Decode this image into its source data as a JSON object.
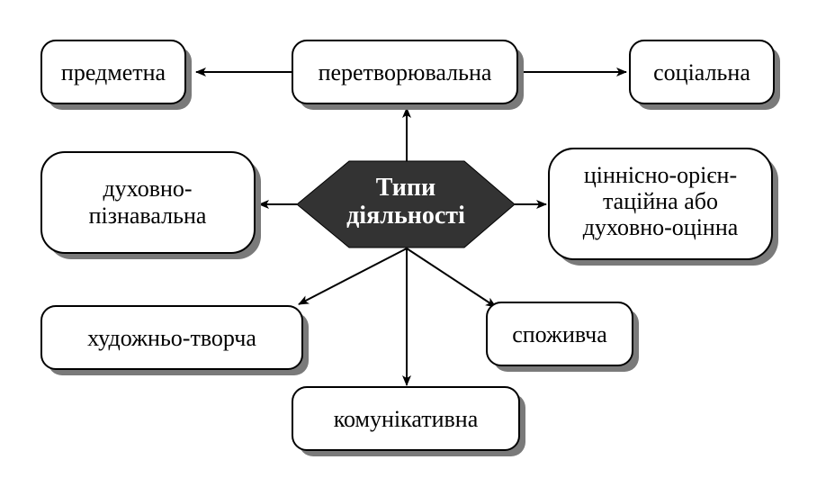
{
  "center": {
    "line1": "Типи",
    "line2": "діяльності"
  },
  "nodes": {
    "predmetna": "предметна",
    "peretvoriuvalna": "перетворювальна",
    "sotsialna": "соціальна",
    "dukhovno_line1": "духовно-",
    "dukhovno_line2": "пізнавальна",
    "tsinnisno_line1": "ціннісно-орієн-",
    "tsinnisno_line2": "таційна або",
    "tsinnisno_line3": "духовно-оцінна",
    "khudozhno": "художньо-творча",
    "spozhyvcha": "споживча",
    "komunikatyvna": "комунікативна"
  },
  "colors": {
    "center_fill": "#333333",
    "box_fill": "#ffffff",
    "box_stroke": "#000000",
    "shadow": "#7a7a7a"
  }
}
